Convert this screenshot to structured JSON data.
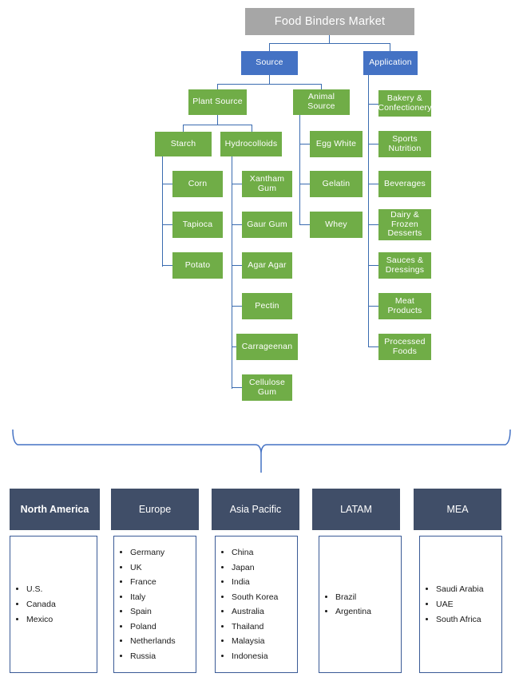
{
  "diagram": {
    "title": "Food Binders Market",
    "root": {
      "label": "Food Binders Market",
      "color": "#a6a6a6"
    },
    "level1": [
      {
        "label": "Source",
        "color": "#4472c4"
      },
      {
        "label": "Application",
        "color": "#4472c4"
      }
    ],
    "source_children": [
      {
        "label": "Plant  Source"
      },
      {
        "label": "Animal\nSource"
      }
    ],
    "plant_children": [
      {
        "label": "Starch"
      },
      {
        "label": "Hydrocolloids"
      }
    ],
    "starch_items": [
      {
        "label": "Corn"
      },
      {
        "label": "Tapioca"
      },
      {
        "label": "Potato"
      }
    ],
    "hydrocolloid_items": [
      {
        "label": "Xantham\nGum"
      },
      {
        "label": "Gaur Gum"
      },
      {
        "label": "Agar Agar"
      },
      {
        "label": "Pectin"
      },
      {
        "label": "Carrageenan"
      },
      {
        "label": "Cellulose\nGum"
      }
    ],
    "animal_items": [
      {
        "label": "Egg  White"
      },
      {
        "label": "Gelatin"
      },
      {
        "label": "Whey"
      }
    ],
    "application_items": [
      {
        "label": "Bakery &\nConfectionery"
      },
      {
        "label": "Sports\nNutrition"
      },
      {
        "label": "Beverages"
      },
      {
        "label": "Dairy &\nFrozen\nDesserts"
      },
      {
        "label": "Sauces &\nDressings"
      },
      {
        "label": "Meat\nProducts"
      },
      {
        "label": "Processed\nFoods"
      }
    ],
    "colors": {
      "root_gray": "#a6a6a6",
      "level1_blue": "#4472c4",
      "green": "#70ad47",
      "connector_blue": "#3a6bb0",
      "region_header_navy": "#404e68",
      "region_border_blue": "#3a5a96"
    }
  },
  "regions": [
    {
      "name": "North America",
      "bold": true,
      "countries": [
        "U.S.",
        "Canada",
        "Mexico"
      ]
    },
    {
      "name": "Europe",
      "bold": false,
      "countries": [
        "Germany",
        "UK",
        "France",
        "Italy",
        "Spain",
        "Poland",
        "Netherlands",
        "Russia"
      ]
    },
    {
      "name": "Asia Pacific",
      "bold": false,
      "countries": [
        "China",
        "Japan",
        "India",
        "South Korea",
        "Australia",
        "Thailand",
        "Malaysia",
        "Indonesia"
      ]
    },
    {
      "name": "LATAM",
      "bold": false,
      "countries": [
        "Brazil",
        "Argentina"
      ]
    },
    {
      "name": "MEA",
      "bold": false,
      "countries": [
        "Saudi Arabia",
        "UAE",
        "South Africa"
      ]
    }
  ]
}
